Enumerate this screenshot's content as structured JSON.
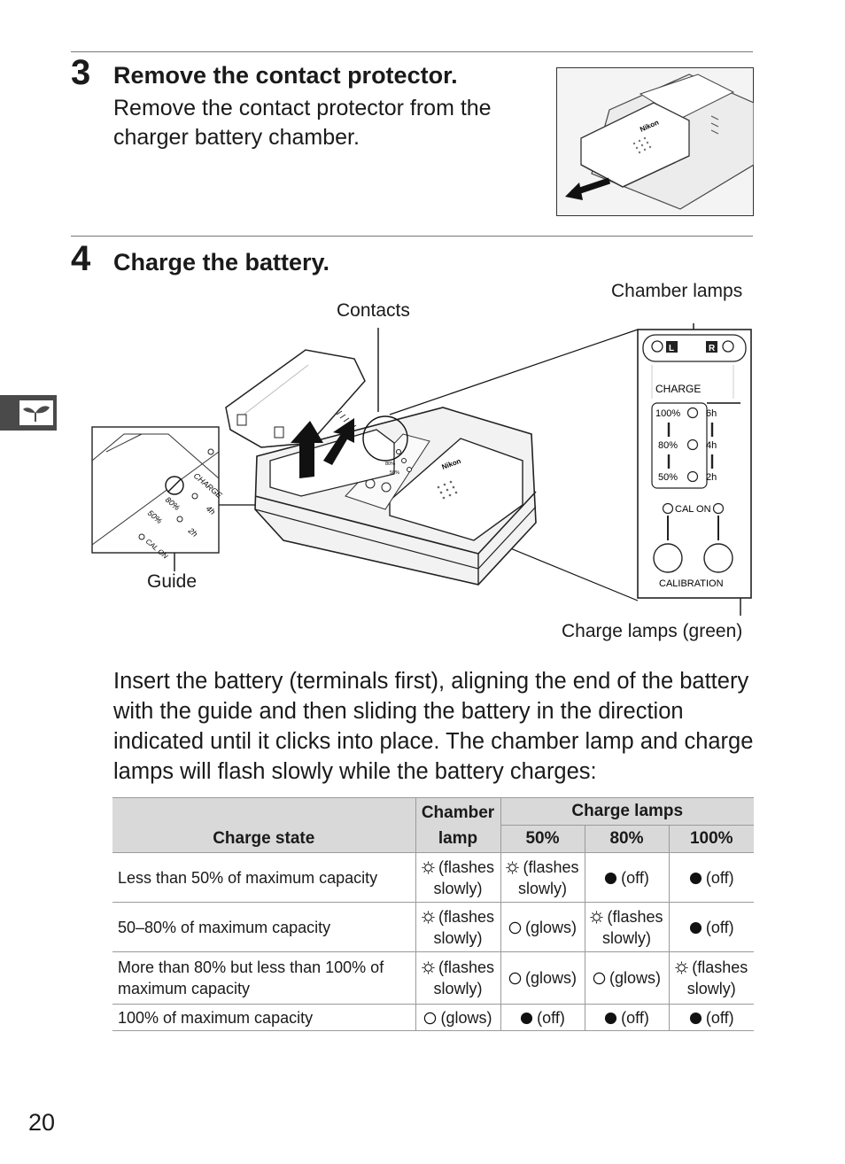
{
  "steps": [
    {
      "number": "3",
      "title": "Remove the contact protector.",
      "body": "Remove the contact protector from the charger battery chamber."
    },
    {
      "number": "4",
      "title": "Charge the battery."
    }
  ],
  "figure": {
    "callouts": {
      "contacts": "Contacts",
      "chamber_lamps": "Chamber lamps",
      "guide": "Guide",
      "charge_lamps": "Charge lamps (green)"
    },
    "panel": {
      "left_label": "L",
      "right_label": "R",
      "charge": "CHARGE",
      "levels": [
        "100%",
        "80%",
        "50%"
      ],
      "hours": [
        "6h",
        "4h",
        "2h"
      ],
      "cal_on": "CAL ON",
      "calibration": "CALIBRATION"
    },
    "illustration_text": {
      "brand": "Nikon",
      "charge_short": "CHARGE",
      "percent_80": "80%",
      "percent_50": "50%",
      "hours_4": "4h",
      "hours_2": "2h",
      "cal_on": "CAL ON"
    }
  },
  "paragraph": "Insert the battery (terminals first), aligning the end of the battery with the guide and then sliding the battery in the direction indicated until it clicks into place.  The chamber lamp and charge lamps will flash slowly while the battery charges:",
  "table": {
    "headers": {
      "state": "Charge state",
      "chamber": "Chamber lamp",
      "charge": "Charge lamps",
      "p50": "50%",
      "p80": "80%",
      "p100": "100%"
    },
    "rows": [
      {
        "state": "Less than 50% of maximum capacity",
        "cells": [
          {
            "icon": "flash",
            "text": "(flashes slowly)"
          },
          {
            "icon": "flash",
            "text": "(flashes slowly)"
          },
          {
            "icon": "off",
            "text": "(off)"
          },
          {
            "icon": "off",
            "text": "(off)"
          }
        ]
      },
      {
        "state": "50–80% of maximum capacity",
        "cells": [
          {
            "icon": "flash",
            "text": "(flashes slowly)"
          },
          {
            "icon": "glow",
            "text": "(glows)"
          },
          {
            "icon": "flash",
            "text": "(flashes slowly)"
          },
          {
            "icon": "off",
            "text": "(off)"
          }
        ]
      },
      {
        "state": "More than 80% but less than 100% of maximum capacity",
        "cells": [
          {
            "icon": "flash",
            "text": "(flashes slowly)"
          },
          {
            "icon": "glow",
            "text": "(glows)"
          },
          {
            "icon": "glow",
            "text": "(glows)"
          },
          {
            "icon": "flash",
            "text": "(flashes slowly)"
          }
        ]
      },
      {
        "state": "100% of maximum capacity",
        "cells": [
          {
            "icon": "glow",
            "text": "(glows)"
          },
          {
            "icon": "off",
            "text": "(off)"
          },
          {
            "icon": "off",
            "text": "(off)"
          },
          {
            "icon": "off",
            "text": "(off)"
          }
        ]
      }
    ]
  },
  "page_number": "20"
}
